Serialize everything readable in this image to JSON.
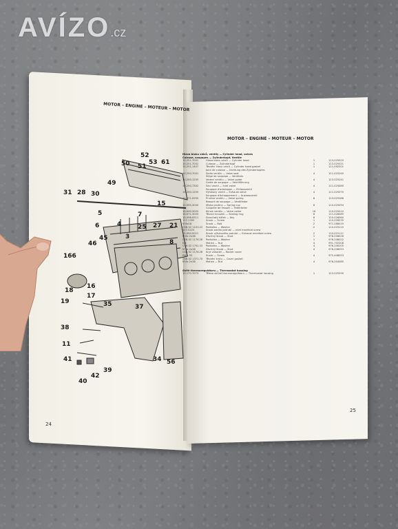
{
  "watermark": {
    "logo": "AVÍZO",
    "suffix": ".cz"
  },
  "booklet": {
    "left_page": {
      "title": "MOTOR – ENGINE – MOTEUR – MOTOR",
      "page_number": "24",
      "callouts": [
        "52",
        "53",
        "51",
        "50",
        "61",
        "49",
        "31",
        "28",
        "30",
        "15",
        "5",
        "7",
        "6",
        "25",
        "27",
        "21",
        "45",
        "46",
        "8",
        "166",
        "18",
        "19",
        "16",
        "17",
        "35",
        "37",
        "38",
        "11",
        "34",
        "56",
        "41",
        "39",
        "40",
        "42",
        "4",
        "3"
      ]
    },
    "right_page": {
      "title": "MOTOR – ENGINE – MOTEUR – MOTOR",
      "page_number": "25",
      "heading": "Hlava bloku válců, ventily — Cylinder head, valves",
      "subheading": "Culasse, soupapes — Zylinderkopf, Ventile",
      "rows": [
        [
          "10-251-7001",
          "Hlava bloku válců — Cylinder head",
          "1",
          "113-025020"
        ],
        [
          "10-251-7002",
          "Culasse — Zylinderkopf",
          "1",
          "113-025021"
        ],
        [
          "10-251-1407",
          "Těsnění hlavy válců — Cylinder head gasket",
          "1",
          "111-092201"
        ],
        [
          "",
          "Joint de culasse — Dichtung des Zylinderkopfes",
          "",
          ""
        ],
        [
          "10-250-7001",
          "Sedlo ventilu — Valve seat",
          "4",
          "111-025240"
        ],
        [
          "",
          "Siège de soupape — Ventilsitz",
          "",
          ""
        ],
        [
          "10-250-1205",
          "Vedení ventilu — Valve guide",
          "4",
          "113-025241"
        ],
        [
          "",
          "Guide de soupape — Ventilführung",
          "",
          ""
        ],
        [
          "10-250-7302",
          "Sací ventil — Inlet valve",
          "4",
          "111-025280"
        ],
        [
          "",
          "Soupape d'admission — Einlassventil",
          "",
          ""
        ],
        [
          "10-250-1205",
          "Výfukový ventil — Exhaust valve",
          "4",
          "111-025270"
        ],
        [
          "",
          "Soupape d'échappement — Auslassventil",
          "",
          ""
        ],
        [
          "10-071-0995",
          "Pružina ventilu — Valve spring",
          "8",
          "113-025286"
        ],
        [
          "",
          "Ressort de soupape — Ventilfeder",
          "",
          ""
        ],
        [
          "10-095-3000",
          "Miska pružiny — Spring cup",
          "8",
          "110-025094"
        ],
        [
          "",
          "Coupelle de ressort — Federteller",
          "",
          ""
        ],
        [
          "10-040-3005",
          "Klínek ventilu — Valve cotter",
          "16",
          "110-025010"
        ],
        [
          "10-071-3005",
          "Těsnicí kroužek — Sealing ring",
          "8",
          "111-028085"
        ],
        [
          "10-098-0511",
          "Dvouřadý klíček — Key",
          "8",
          "110-028060"
        ],
        [
          "117-1355",
          "Šroub — Screw",
          "1",
          "110-028235"
        ],
        [
          "M 8x18",
          "Šroub — Bolt",
          "2",
          "971-288019"
        ],
        [
          "CSN 02 1103.22",
          "Podložka — Washer",
          "2",
          "110-025110"
        ],
        [
          "417-5223",
          "Šroub sacího potrubí — Inlet manifold screw",
          "",
          ""
        ],
        [
          "10-490-5021",
          "Šroub výfukového potrubí — Exhaust manifold screw",
          "2",
          "110-025111"
        ],
        [
          "M 8x 2x38",
          "Závrtný šroub — Stud",
          "1",
          "976-208028"
        ],
        [
          "CSN 02 1176.28",
          "Podložka — Washer",
          "1",
          "976-208022"
        ],
        [
          "6.4",
          "Matice — Nut",
          "4",
          "991-702208"
        ],
        [
          "CSN 02 1702.33",
          "Podložka — Washer",
          "4",
          "976-208105"
        ],
        [
          "M 8x 2x38",
          "Závrtný šroub — Stud",
          "4",
          "976-208053"
        ],
        [
          "CSN 02 1176.28",
          "Kryt vahadel — Rocker cover",
          "",
          ""
        ],
        [
          "PM x 55",
          "Šroub — Screw",
          "4",
          "975-408053"
        ],
        [
          "CSN 02 1371.70",
          "Těsnění krytu — Cover gasket",
          "",
          ""
        ],
        [
          "M 8x 2x38",
          "Matice — Nut",
          "4",
          "976-204085"
        ]
      ],
      "footer_heading": "Skříň thermoregulátoru — Thermostat housing",
      "footer_rows": [
        [
          "10-170-7073",
          "Těleso skříně thermoregulátoru — Thermostat housing",
          "1",
          "113-025290"
        ]
      ]
    }
  }
}
